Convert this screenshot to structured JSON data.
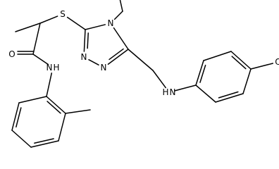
{
  "molecule": {
    "atoms": {
      "sulfur": "S",
      "triazole_n4": "N",
      "triazole_n1": "N",
      "triazole_n2": "N",
      "carbonyl_o": "O",
      "amide_n": "N",
      "amide_h": "H",
      "amine_n": "N",
      "amine_h": "H",
      "methoxy_o": "O"
    }
  }
}
